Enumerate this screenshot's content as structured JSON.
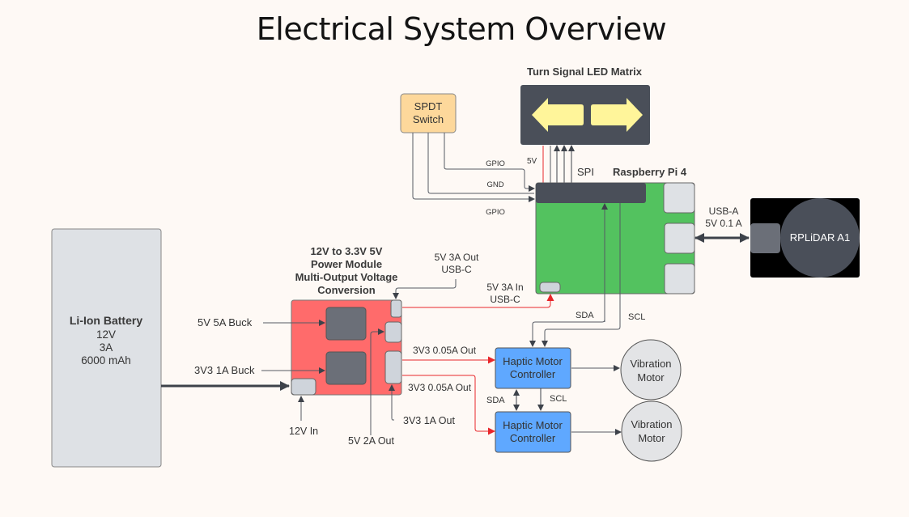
{
  "title": "Electrical System Overview",
  "colors": {
    "background": "#fef9f5",
    "battery": "#dee1e5",
    "power_module": "#ff6b6b",
    "raspberry_pi": "#53c25f",
    "haptic_controller": "#5fa8ff",
    "led_matrix": "#4a4f59",
    "led_arrows": "#fff59a",
    "spdt_switch": "#fdd89b",
    "rplidar": "#000000",
    "power_line": "#e8262a",
    "signal_line": "#555a63"
  },
  "components": {
    "battery": {
      "name": "Li-Ion Battery",
      "voltage": "12V",
      "current": "3A",
      "capacity": "6000 mAh"
    },
    "power_module": {
      "title_lines": [
        "12V to 3.3V 5V",
        "Power Module",
        "Multi-Output Voltage",
        "Conversion"
      ]
    },
    "raspberry_pi": {
      "name": "Raspberry Pi 4"
    },
    "led_matrix": {
      "name": "Turn Signal LED Matrix"
    },
    "spdt_switch": {
      "line1": "SPDT",
      "line2": "Switch"
    },
    "rplidar": {
      "name": "RPLiDAR A1"
    },
    "haptic_1": {
      "line1": "Haptic Motor",
      "line2": "Controller"
    },
    "haptic_2": {
      "line1": "Haptic Motor",
      "line2": "Controller"
    },
    "motor_1": {
      "line1": "Vibration",
      "line2": "Motor"
    },
    "motor_2": {
      "line1": "Vibration",
      "line2": "Motor"
    }
  },
  "labels": {
    "buck_5v": "5V 5A Buck",
    "buck_3v3": "3V3 1A Buck",
    "in_12v": "12V In",
    "out_5v_2a": "5V 2A Out",
    "out_3v3_1a": "3V3 1A Out",
    "out_5v_3a_l1": "5V 3A Out",
    "out_5v_3a_l2": "USB-C",
    "in_5v_3a_l1": "5V 3A In",
    "in_5v_3a_l2": "USB-C",
    "out_3v3_005a_1": "3V3 0.05A Out",
    "out_3v3_005a_2": "3V3 0.05A Out",
    "gpio_1": "GPIO",
    "gnd": "GND",
    "gpio_2": "GPIO",
    "v5": "5V",
    "spi": "SPI",
    "sda_pi": "SDA",
    "scl_pi": "SCL",
    "sda_haptic": "SDA",
    "scl_haptic": "SCL",
    "usb_a_l1": "USB-A",
    "usb_a_l2": "5V 0.1 A"
  }
}
